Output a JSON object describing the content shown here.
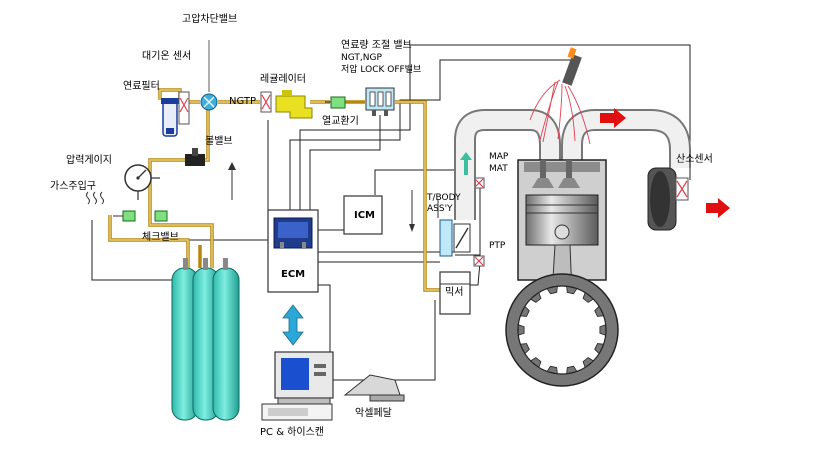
{
  "labels": {
    "high_pressure_shutoff_valve": "고압차단밸브",
    "atmosphere_temp_sensor": "대기온 센서",
    "fuel_filter": "연료필터",
    "regulator": "레귤레이터",
    "ngtp": "NGTP",
    "fuel_control_valve": "연료량 조절 밸브",
    "ngt_ngp": "NGT,NGP",
    "low_pressure_lockoff": "저압 LOCK OFF밸브",
    "heat_exchanger": "열교환기",
    "ball_valve": "볼밸브",
    "pressure_gauge": "압력게이지",
    "gas_inlet": "가스주입구",
    "check_valve": "체크밸브",
    "ecm": "ECM",
    "icm": "ICM",
    "throttle_body_line1": "T/BODY",
    "throttle_body_line2": "ASS'Y",
    "map": "MAP",
    "mat": "MAT",
    "ptp": "PTP",
    "mixer": "믹서",
    "oxygen_sensor": "산소센서",
    "accel_pedal": "악셀페달",
    "pc_hiscan": "PC & 하이스캔"
  },
  "colors": {
    "fuel_line": "#b8860b",
    "fuel_line_light": "#e8d27a",
    "tank": "#46d7c8",
    "ecm_chip": "#1f3c8c",
    "arrow_red": "#e01010",
    "arrow_cyan": "#2aa8d8",
    "valve_cyan": "#3ab0e0",
    "regulator_yellow": "#e8e020",
    "sensor_pink": "#e04050",
    "pc_screen": "#1a4fd0"
  }
}
